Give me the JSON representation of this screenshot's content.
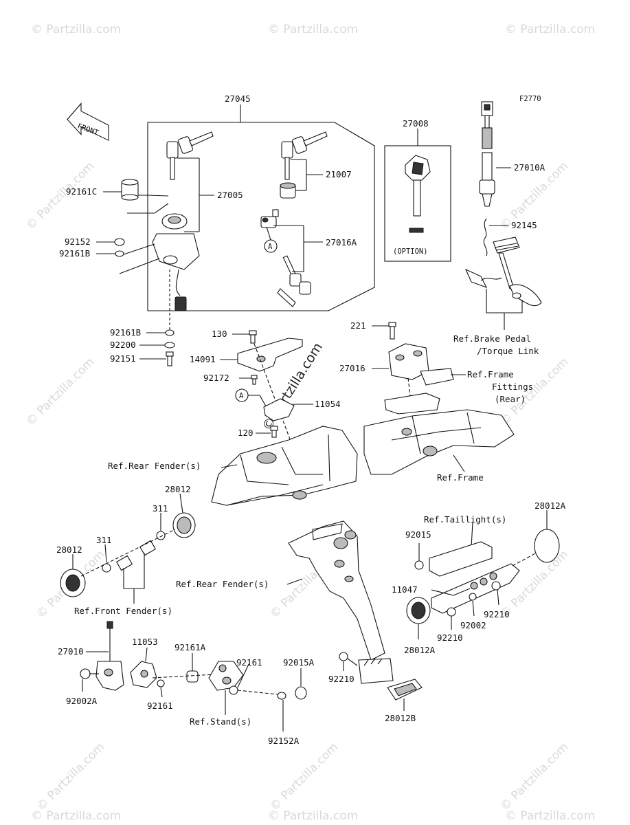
{
  "figure_code": "F2770",
  "front_label": "FRONT",
  "option_label": "(OPTION)",
  "watermark_text": "© Partzilla.com",
  "callouts": {
    "p27045": "27045",
    "p27008": "27008",
    "p92161C": "92161C",
    "p27005": "27005",
    "p21007": "21007",
    "p27010A": "27010A",
    "p92152": "92152",
    "p92161B_top": "92161B",
    "p27016A": "27016A",
    "p92145": "92145",
    "circleA_top": "A",
    "p92161B_bot": "92161B",
    "p92200": "92200",
    "p92151": "92151",
    "p130": "130",
    "p14091": "14091",
    "p221": "221",
    "p27016": "27016",
    "p92172": "92172",
    "circleA_mid": "A",
    "p11054": "11054",
    "p120": "120",
    "p28012_top": "28012",
    "p311_top": "311",
    "p311_left": "311",
    "p28012_left": "28012",
    "p28012A_top": "28012A",
    "p92015": "92015",
    "p11047": "11047",
    "p92002": "92002",
    "p92210_a": "92210",
    "p92210_b": "92210",
    "p28012A_bot": "28012A",
    "p27010": "27010",
    "p11053": "11053",
    "p92161A": "92161A",
    "p92161_a": "92161",
    "p92015A": "92015A",
    "p92002A": "92002A",
    "p92161_b": "92161",
    "p92152A": "92152A",
    "p92210_c": "92210",
    "p28012B": "28012B"
  },
  "refs": {
    "brake_pedal_1": "Ref.Brake Pedal",
    "brake_pedal_2": "/Torque Link",
    "frame_fittings_1": "Ref.Frame",
    "frame_fittings_2": "Fittings",
    "frame_fittings_3": "(Rear)",
    "rear_fender_top": "Ref.Rear Fender(s)",
    "frame": "Ref.Frame",
    "taillight": "Ref.Taillight(s)",
    "rear_fender_mid": "Ref.Rear Fender(s)",
    "front_fender": "Ref.Front Fender(s)",
    "stand": "Ref.Stand(s)"
  }
}
